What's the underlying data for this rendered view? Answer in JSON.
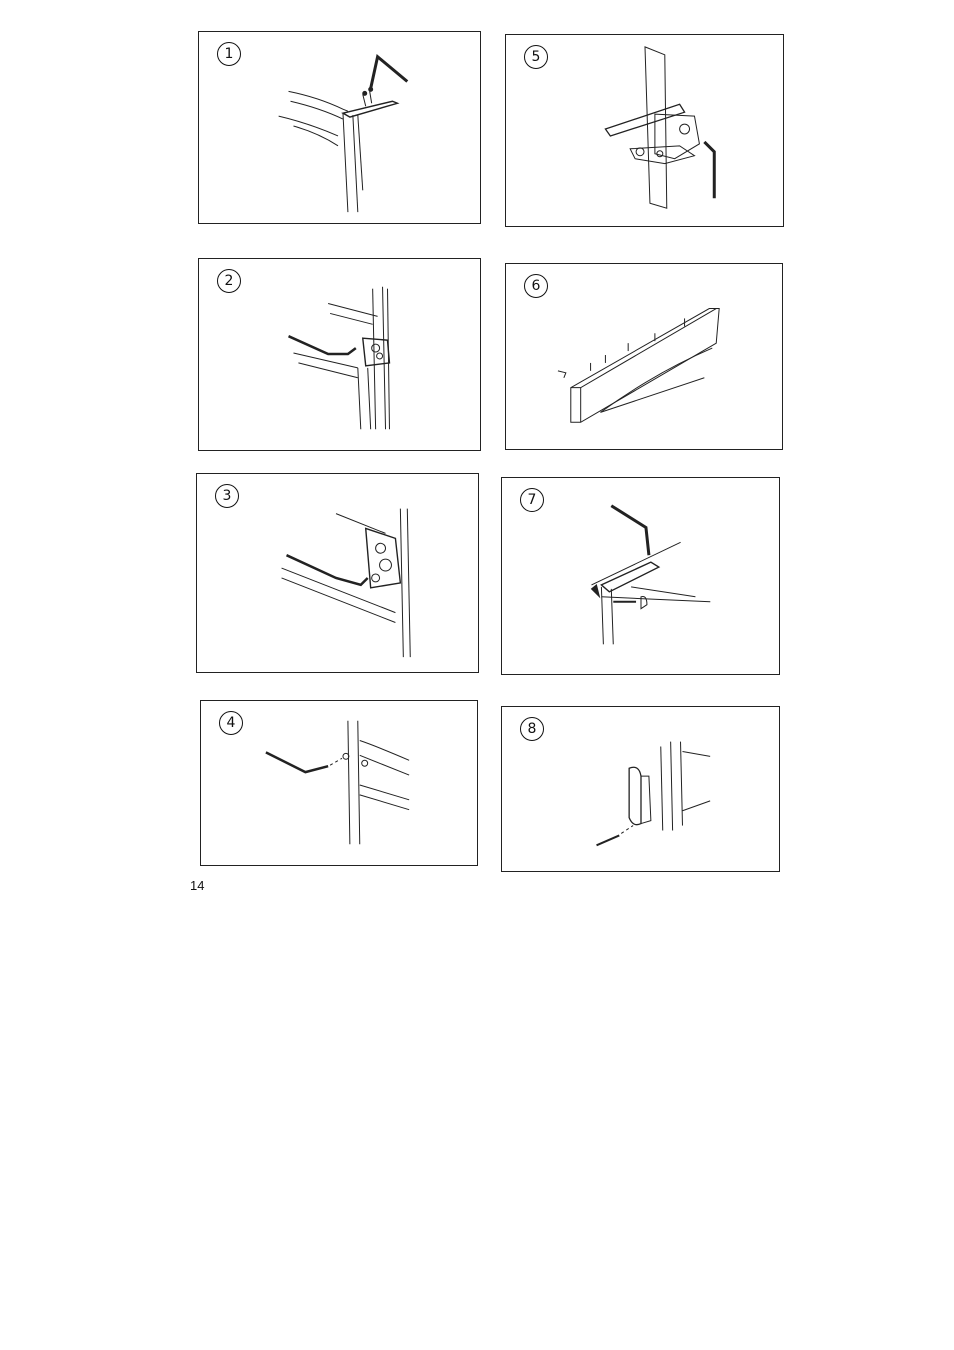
{
  "panels": [
    {
      "id": "1",
      "label": "1"
    },
    {
      "id": "2",
      "label": "2"
    },
    {
      "id": "3",
      "label": "3"
    },
    {
      "id": "4",
      "label": "4"
    },
    {
      "id": "5",
      "label": "5"
    },
    {
      "id": "6",
      "label": "6"
    },
    {
      "id": "7",
      "label": "7"
    },
    {
      "id": "8",
      "label": "8"
    }
  ],
  "page_number": "14"
}
